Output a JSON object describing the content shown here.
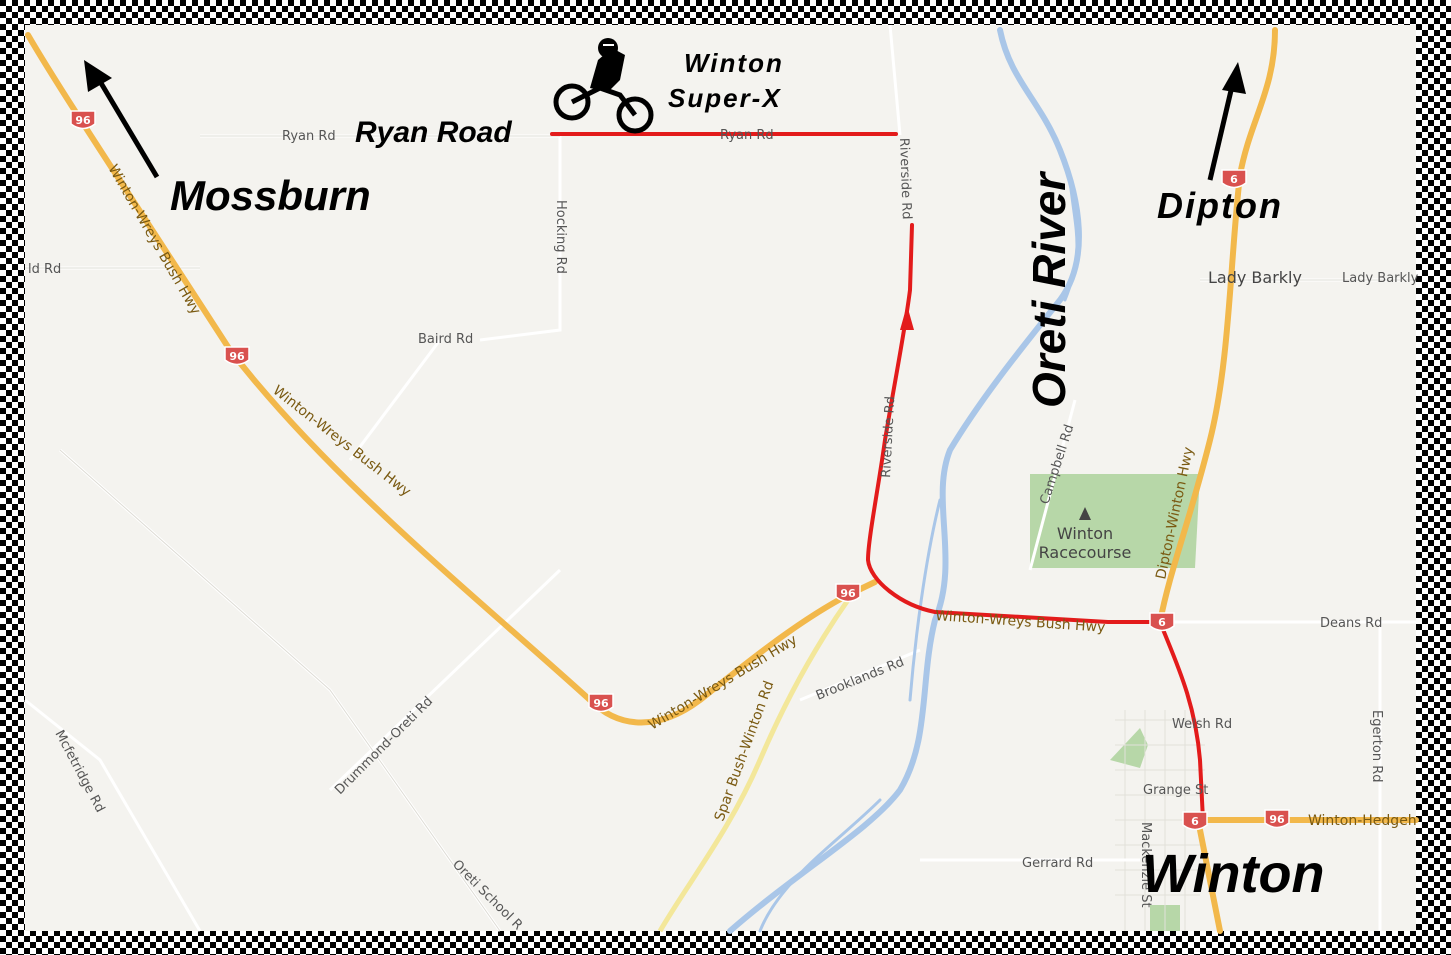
{
  "labels": {
    "mossburn": "Mossburn",
    "ryan_road": "Ryan Road",
    "winton_super_x_line1": "Winton",
    "winton_super_x_line2": "Super-X",
    "oreti_river": "Oreti River",
    "dipton": "Dipton",
    "winton": "Winton"
  },
  "roads": {
    "ryan_rd_west": "Ryan Rd",
    "ryan_rd_east": "Ryan Rd",
    "riverside_rd_north": "Riverside Rd",
    "riverside_rd_south": "Riverside Rd",
    "hocking_rd": "Hocking Rd",
    "old_rd": "ld Rd",
    "baird_rd": "Baird Rd",
    "winton_wreys_1": "Winton-Wreys Bush Hwy",
    "winton_wreys_2": "Winton-Wreys Bush Hwy",
    "winton_wreys_3": "Winton-Wreys Bush Hwy",
    "winton_wreys_4": "Winton-Wreys Bush Hwy",
    "lady_barkly_1": "Lady Barkly",
    "lady_barkly_2": "Lady Barkly",
    "campbell_rd": "Campbell Rd",
    "dipton_winton_hwy": "Dipton-Winton Hwy",
    "deans_rd": "Deans Rd",
    "brooklands_rd": "Brooklands Rd",
    "spar_bush_winton_rd": "Spar Bush-Winton Rd",
    "drummond_oreti_rd": "Drummond-Oreti Rd",
    "mcfetridge_rd": "Mcfetridge Rd",
    "oreti_school_rd": "Oreti School R",
    "welsh_rd": "Welsh Rd",
    "grange_st": "Grange St",
    "mackenzie_st": "Mackenzie St",
    "gerrard_rd": "Gerrard Rd",
    "egerton_rd": "Egerton Rd",
    "winton_hedgehope": "Winton-Hedgeh"
  },
  "places": {
    "racecourse_line1": "Winton",
    "racecourse_line2": "Racecourse"
  },
  "shields": {
    "sh96": "96",
    "sh6": "6"
  },
  "colors": {
    "highway": "#f2b84b",
    "route": "#e31b1b",
    "river": "#a9c6e8",
    "park": "#b7d7a8",
    "background": "#f4f3ef",
    "shield": "#d9514f"
  }
}
